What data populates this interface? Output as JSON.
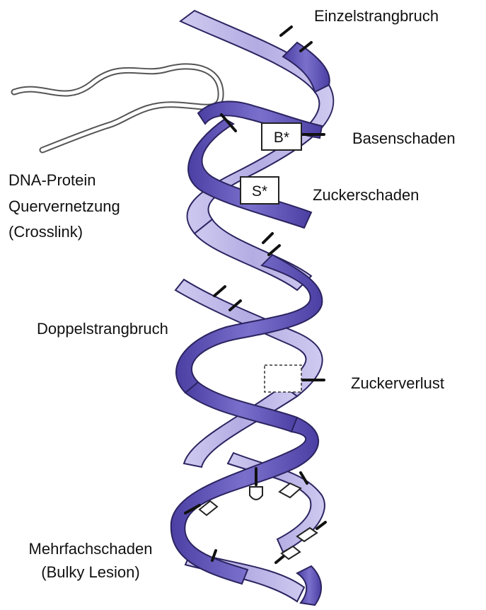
{
  "labels": {
    "single_strand_break": "Einzelstrangbruch",
    "base_damage": "Basenschaden",
    "sugar_damage": "Zuckerschaden",
    "crosslink_line1": "DNA-Protein",
    "crosslink_line2": "Quervernetzung",
    "crosslink_line3": "(Crosslink)",
    "double_strand_break": "Doppelstrangbruch",
    "sugar_loss": "Zuckerverlust",
    "bulky_line1": "Mehrfachschaden",
    "bulky_line2": "(Bulky Lesion)"
  },
  "markers": {
    "base_marker": "B*",
    "sugar_marker": "S*"
  },
  "colors": {
    "strand_dark": "#5a4fb0",
    "strand_light": "#b9b3e6",
    "outline": "#2b2460",
    "text": "#111111"
  }
}
